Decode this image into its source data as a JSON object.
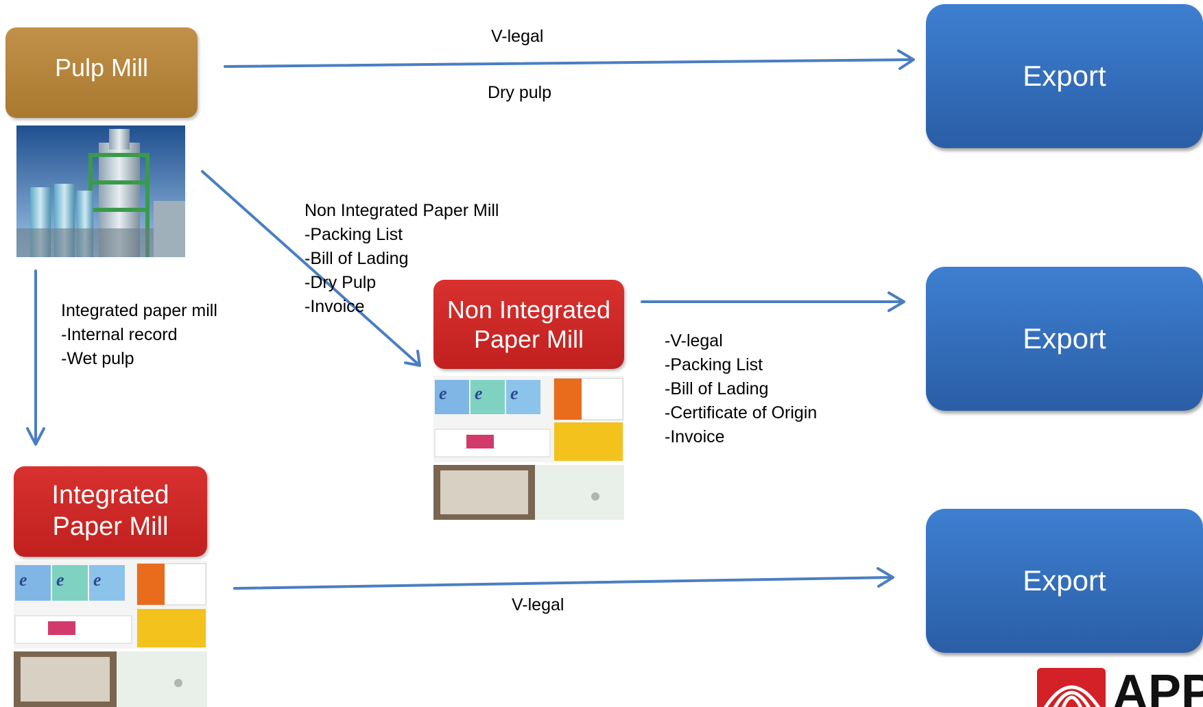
{
  "nodes": {
    "pulp_mill": "Pulp Mill",
    "integrated_paper_mill": "Integrated Paper Mill",
    "non_integrated_paper_mill": "Non Integrated Paper Mill",
    "export_1": "Export",
    "export_2": "Export",
    "export_3": "Export"
  },
  "edges": {
    "pulp_to_export_top": "V-legal",
    "pulp_to_export_bottom": "Dry pulp",
    "pulp_to_integrated": "Integrated paper mill\n-Internal record\n-Wet pulp",
    "pulp_to_non_integrated": "Non Integrated Paper Mill\n-Packing List\n-Bill of Lading\n-Dry Pulp\n-Invoice",
    "non_integrated_to_export": "-V-legal\n-Packing List\n-Bill of Lading\n-Certificate of Origin\n-Invoice",
    "integrated_to_export": "V-legal"
  },
  "logo": {
    "text": "APP"
  },
  "colors": {
    "arrow": "#4a7ec2",
    "pulp_box": "#b1823a",
    "mill_box": "#cc2a28",
    "export_box": "#3470c0"
  }
}
